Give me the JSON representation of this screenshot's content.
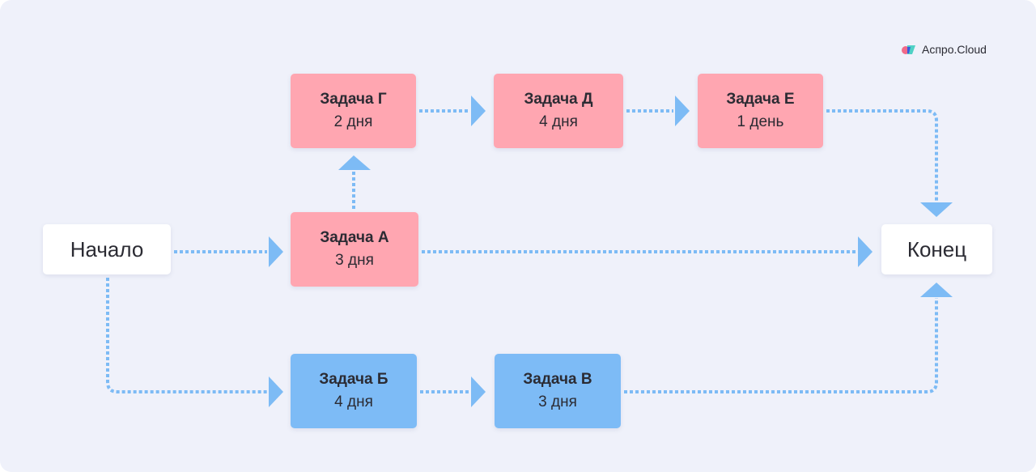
{
  "logo": {
    "text": "Аспро.Cloud"
  },
  "colors": {
    "background": "#eff1fa",
    "critical": "#ffa6b1",
    "normal": "#7dbbf6",
    "arrow": "#7dbbf5"
  },
  "nodes": {
    "start": {
      "title": "Начало"
    },
    "end": {
      "title": "Конец"
    },
    "a": {
      "title": "Задача А",
      "duration": "3 дня"
    },
    "b": {
      "title": "Задача Б",
      "duration": "4 дня"
    },
    "v": {
      "title": "Задача В",
      "duration": "3 дня"
    },
    "g": {
      "title": "Задача Г",
      "duration": "2 дня"
    },
    "d": {
      "title": "Задача Д",
      "duration": "4 дня"
    },
    "e": {
      "title": "Задача Е",
      "duration": "1 день"
    }
  }
}
